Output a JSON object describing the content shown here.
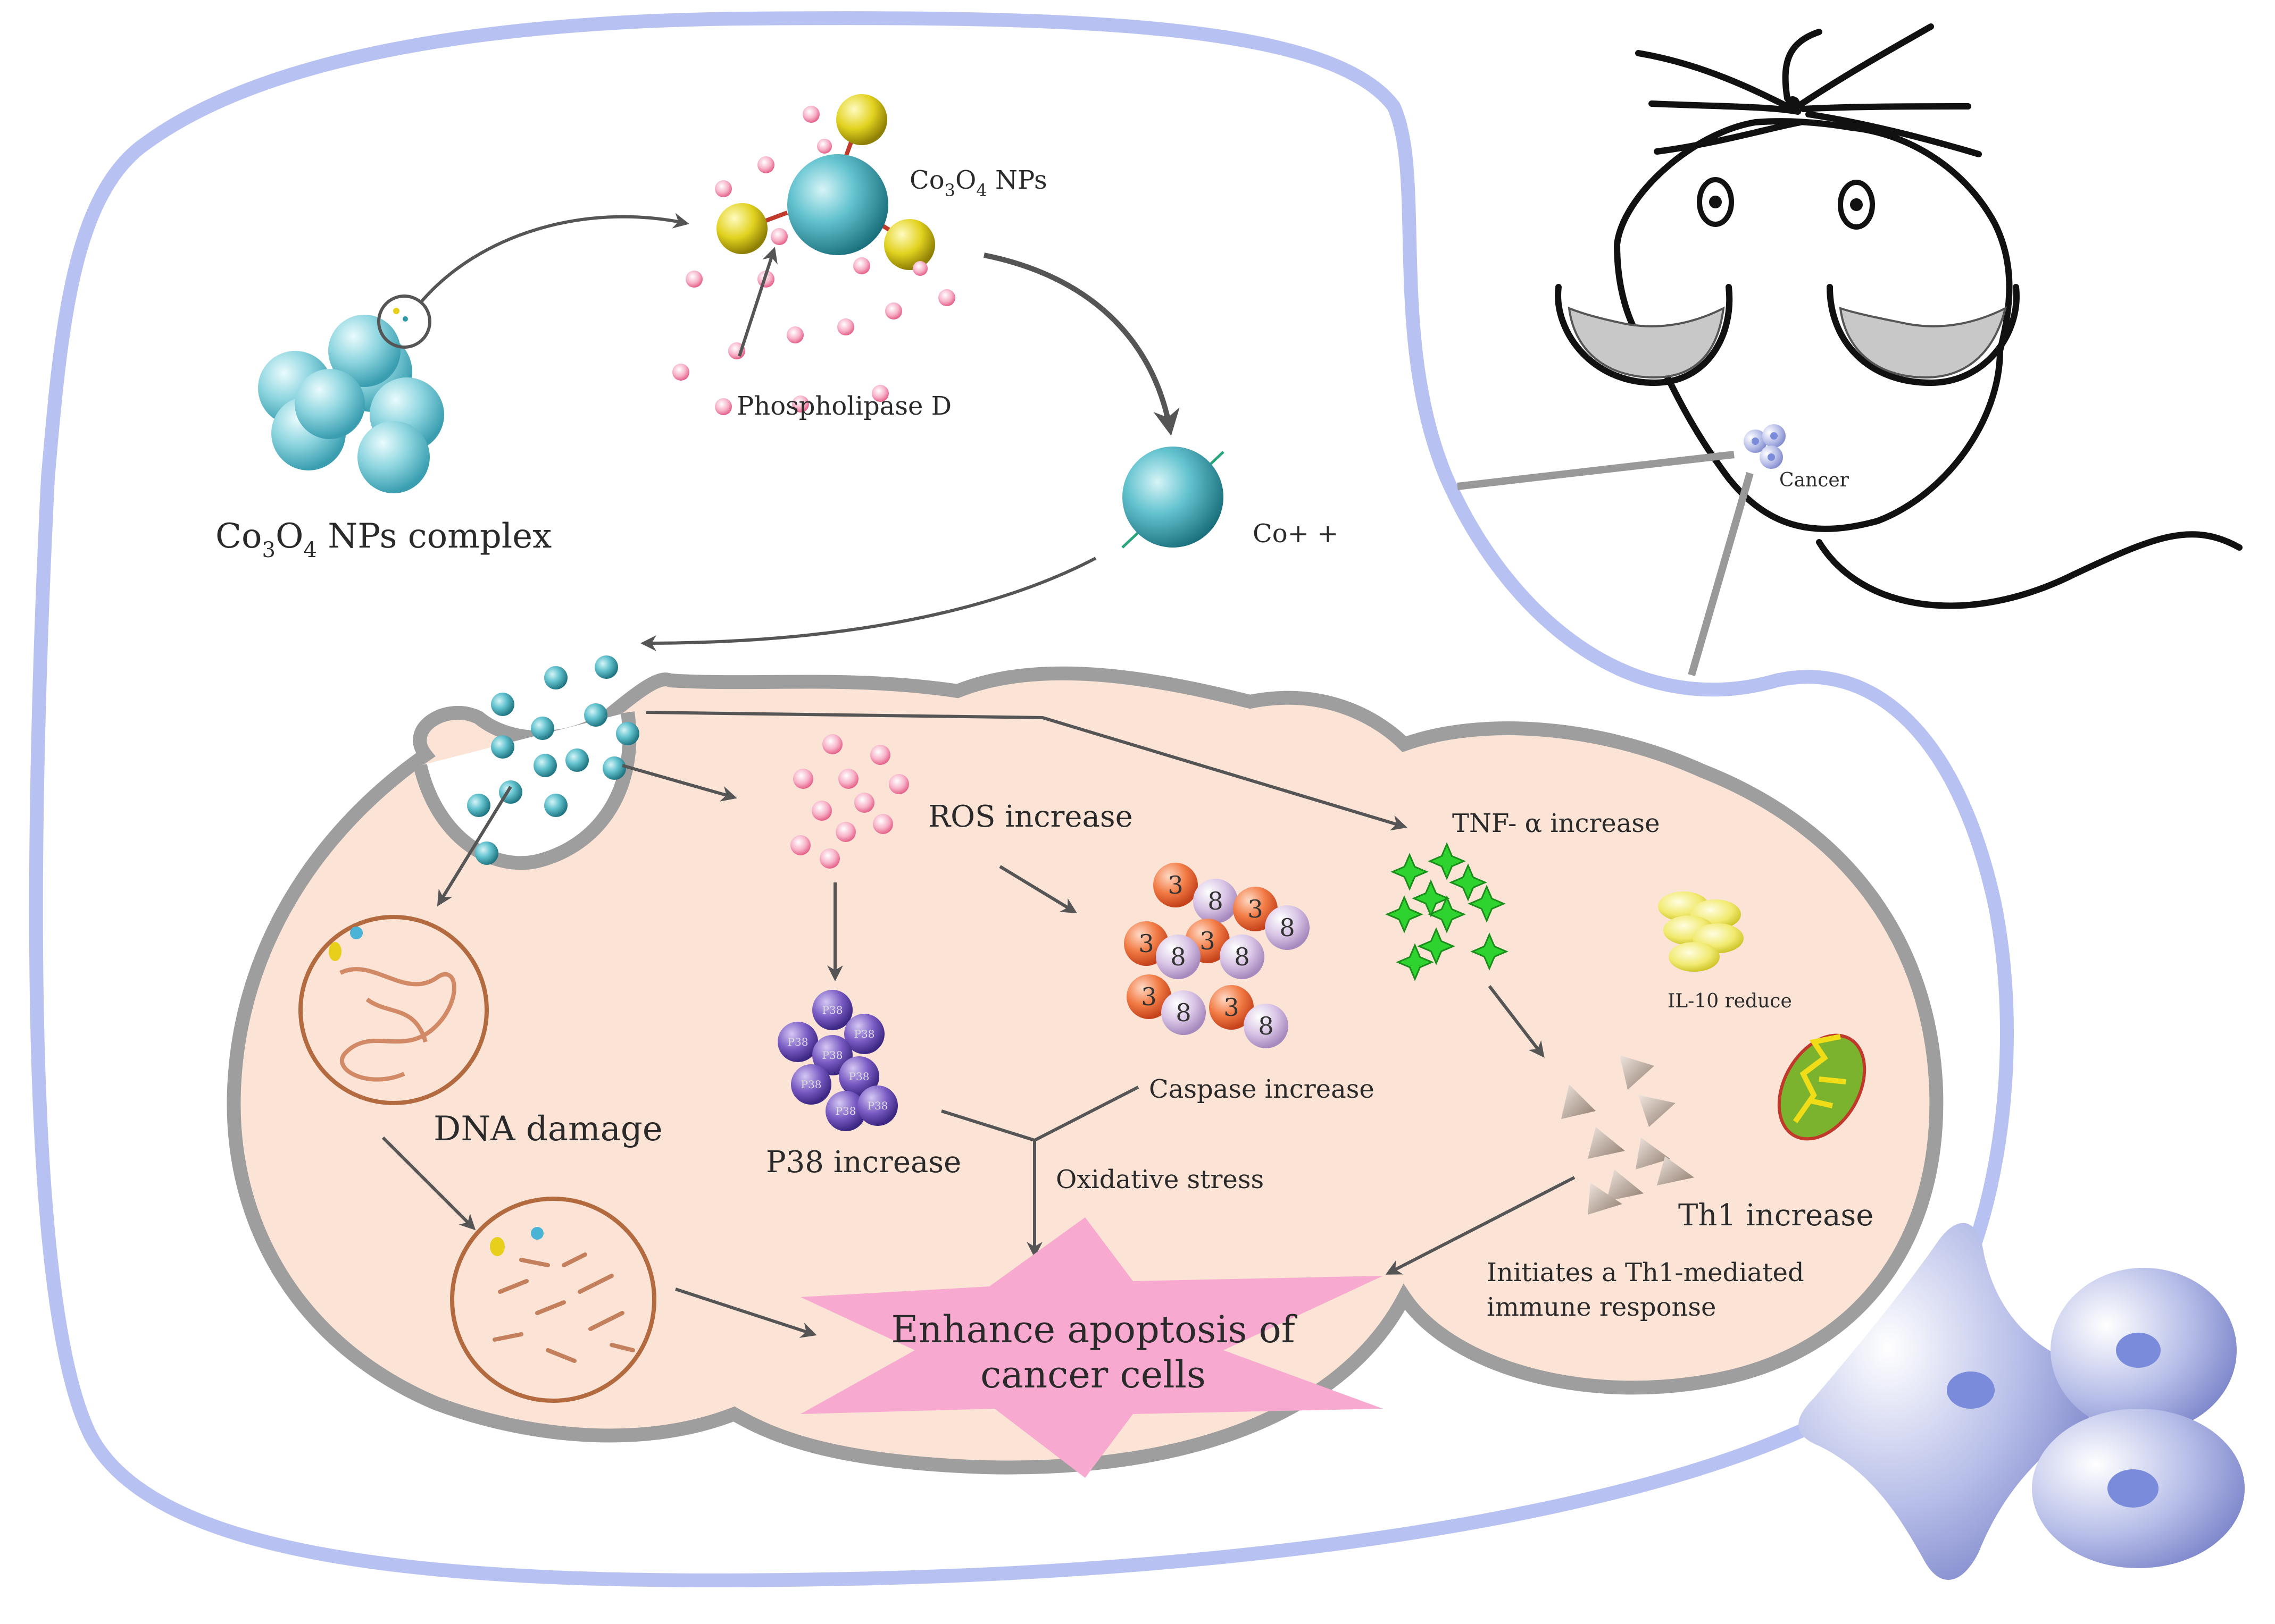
{
  "labels": {
    "nps_title_prefix": "Co",
    "nps_title_sub1": "3",
    "nps_title_mid": "O",
    "nps_title_sub2": "4",
    "nps_title_suffix": " NPs",
    "complex_prefix": "Co",
    "complex_sub1": "3",
    "complex_mid": "O",
    "complex_sub2": "4",
    "complex_suffix": " NPs complex",
    "phospholipase": "Phospholipase D",
    "co_ion": "Co+ +",
    "cancer_tag": "Cancer",
    "ros": "ROS increase",
    "tnf": "TNF- α  increase",
    "il10": "IL-10 reduce",
    "caspase": "Caspase increase",
    "p38": "P38 increase",
    "dna": "DNA damage",
    "oxidative": "Oxidative stress",
    "th1": "Th1 increase",
    "th1_response_line1": "Initiates a Th1-mediated",
    "th1_response_line2": "immune response",
    "apoptosis_line1": "Enhance apoptosis of",
    "apoptosis_line2": "cancer cells"
  },
  "caspase_balls": [
    "3",
    "8",
    "3",
    "8",
    "3",
    "3",
    "8",
    "8",
    "3",
    "8",
    "3",
    "8"
  ],
  "p38_balls": [
    "P38",
    "P38",
    "P38",
    "P38",
    "P38",
    "P38",
    "P38",
    "P38"
  ],
  "colors": {
    "outer_border": "#b7c2f2",
    "cell_fill": "#fbe3d6",
    "cell_border": "#9e9e9e",
    "teal": "#2e9aa6",
    "pink_dot": "#f07aa0",
    "yellow": "#d8c21a",
    "caspase_orange": "#ee6a3a",
    "caspase_lilac": "#c9afd9",
    "p38_purple": "#6a4fb0",
    "tnf_green": "#2fd32f",
    "th1_taupe": "#bba79a",
    "star_pink": "#f7a9cf"
  }
}
